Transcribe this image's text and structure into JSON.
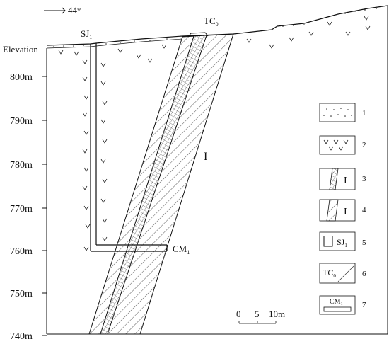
{
  "orientation": {
    "label": "44°"
  },
  "labels": {
    "shaft": "SJ",
    "shaft_sub": "1",
    "trench": "TC",
    "trench_sub": "0",
    "adit": "CM",
    "adit_sub": "1",
    "orebody": "I",
    "elevation_title": "Elevation"
  },
  "elevations": [
    "800m",
    "790m",
    "780m",
    "770m",
    "760m",
    "750m",
    "740m"
  ],
  "scale_bar": {
    "labels": [
      "0",
      "5",
      "10m"
    ]
  },
  "legend": [
    {
      "num": "1"
    },
    {
      "num": "2"
    },
    {
      "num": "3",
      "text": "I"
    },
    {
      "num": "4",
      "text": "I"
    },
    {
      "num": "5",
      "text": "SJ",
      "sub": "1"
    },
    {
      "num": "6",
      "text": "TC",
      "sub": "0"
    },
    {
      "num": "7",
      "text": "CM",
      "sub": "1"
    }
  ],
  "icons": [
    "north-arrow-icon",
    "v-symbol-icon",
    "dot-symbol-icon"
  ]
}
